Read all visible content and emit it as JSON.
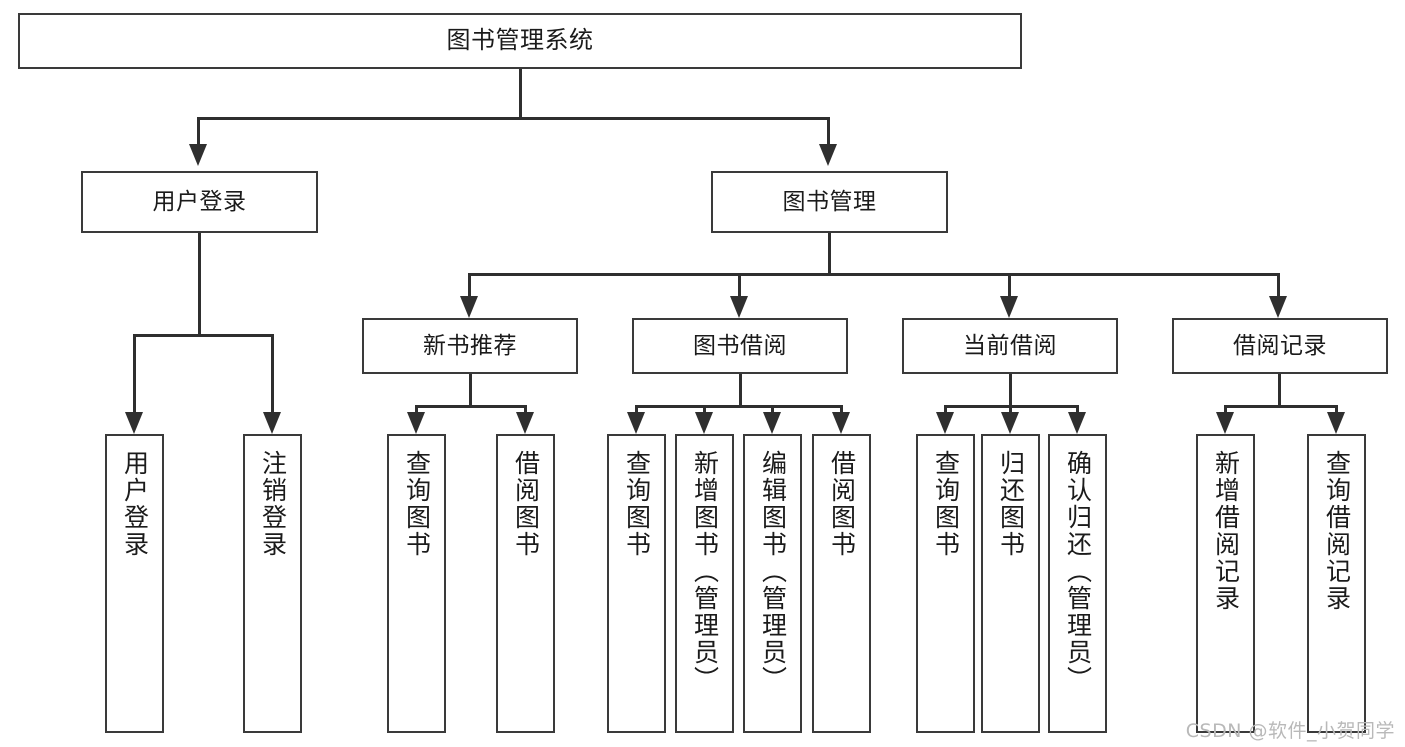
{
  "diagram": {
    "title": "图书管理系统",
    "type": "hierarchy-block-diagram",
    "root": {
      "label": "图书管理系统"
    },
    "level2": [
      {
        "label": "用户登录"
      },
      {
        "label": "图书管理"
      }
    ],
    "level3": [
      {
        "label": "新书推荐"
      },
      {
        "label": "图书借阅"
      },
      {
        "label": "当前借阅"
      },
      {
        "label": "借阅记录"
      }
    ],
    "leaves": {
      "user_login": [
        {
          "label": "用户登录"
        },
        {
          "label": "注销登录"
        }
      ],
      "new_book_recommend": [
        {
          "label": "查询图书"
        },
        {
          "label": "借阅图书"
        }
      ],
      "book_borrow": [
        {
          "label": "查询图书"
        },
        {
          "label": "新增图书（管理员）"
        },
        {
          "label": "编辑图书（管理员）"
        },
        {
          "label": "借阅图书"
        }
      ],
      "current_borrow": [
        {
          "label": "查询图书"
        },
        {
          "label": "归还图书"
        },
        {
          "label": "确认归还（管理员）"
        }
      ],
      "borrow_record": [
        {
          "label": "新增借阅记录"
        },
        {
          "label": "查询借阅记录"
        }
      ]
    }
  },
  "watermark": {
    "text": "CSDN @软件_小贺同学"
  },
  "colors": {
    "box_border": "#3a3a3a",
    "connector": "#2f2f2f",
    "background": "#ffffff",
    "text": "#1b1b1b",
    "watermark": "#b9b9b9"
  }
}
